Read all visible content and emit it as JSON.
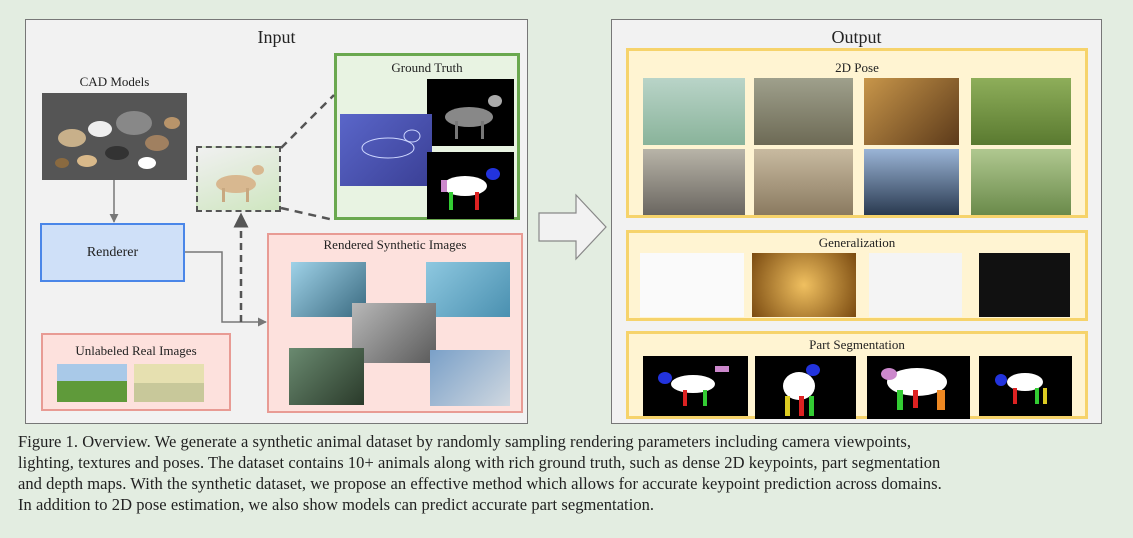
{
  "input": {
    "title": "Input",
    "cad_label": "CAD Models",
    "renderer_label": "Renderer",
    "ground_truth_label": "Ground Truth",
    "rendered_label": "Rendered Synthetic Images",
    "unlabeled_label": "Unlabeled Real Images"
  },
  "output": {
    "title": "Output",
    "pose_label": "2D Pose",
    "generalization_label": "Generalization",
    "segmentation_label": "Part Segmentation"
  },
  "caption": {
    "line1": "Figure 1. Overview.  We generate a synthetic animal dataset by randomly sampling rendering parameters including camera viewpoints,",
    "line2": "lighting, textures and poses. The dataset contains 10+ animals along with rich ground truth, such as dense 2D keypoints, part segmentation",
    "line3": "and depth maps. With the synthetic dataset, we propose an effective method which allows for accurate keypoint prediction across domains.",
    "line4": "In addition to 2D pose estimation, we also show models can predict accurate part segmentation."
  },
  "colors": {
    "page_bg": "#e3ede1",
    "panel_bg": "#f2f2f2",
    "ground_truth_border": "#6aa84f",
    "renderer_border": "#4a86e8",
    "synthetic_border": "#e89b94",
    "output_border": "#f6d36b",
    "output_fill": "#fff4d2"
  }
}
